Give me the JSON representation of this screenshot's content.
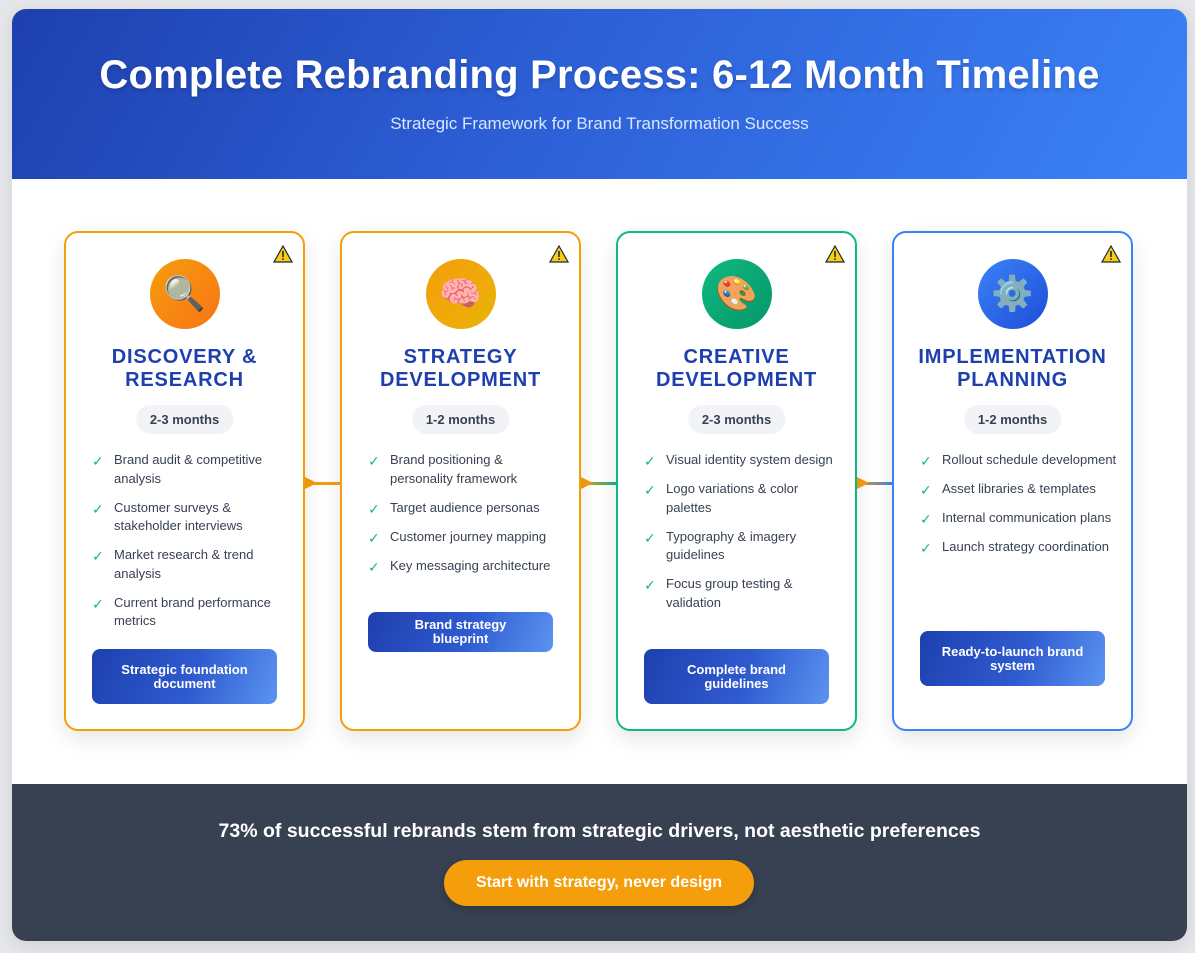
{
  "header": {
    "title": "Complete Rebranding Process: 6-12 Month Timeline",
    "subtitle": "Strategic Framework for Brand Transformation Success"
  },
  "phases": [
    {
      "icon": "🔍",
      "icon_name": "magnifying-glass-icon",
      "title_line1": "DISCOVERY &",
      "title_line2": "RESEARCH",
      "duration": "2-3 months",
      "items": [
        "Brand audit & competitive analysis",
        "Customer surveys & stakeholder interviews",
        "Market research & trend analysis",
        "Current brand performance metrics"
      ],
      "deliverable": "Strategic foundation document",
      "border_color": "#f59e0b",
      "icon_color": "#f97316"
    },
    {
      "icon": "🧠",
      "icon_name": "brain-icon",
      "title_line1": "STRATEGY",
      "title_line2": "DEVELOPMENT",
      "duration": "1-2 months",
      "items": [
        "Brand positioning & personality framework",
        "Target audience personas",
        "Customer journey mapping",
        "Key messaging architecture"
      ],
      "deliverable": "Brand strategy blueprint",
      "border_color": "#f59e0b",
      "icon_color": "#eab308"
    },
    {
      "icon": "🎨",
      "icon_name": "palette-icon",
      "title_line1": "CREATIVE",
      "title_line2": "DEVELOPMENT",
      "duration": "2-3 months",
      "items": [
        "Visual identity system design",
        "Logo variations & color palettes",
        "Typography & imagery guidelines",
        "Focus group testing & validation"
      ],
      "deliverable": "Complete brand guidelines",
      "border_color": "#10b981",
      "icon_color": "#10b981"
    },
    {
      "icon": "⚙️",
      "icon_name": "gear-icon",
      "title_line1": "IMPLEMENTATION",
      "title_line2": "PLANNING",
      "duration": "1-2 months",
      "items": [
        "Rollout schedule development",
        "Asset libraries & templates",
        "Internal communication plans",
        "Launch strategy coordination"
      ],
      "deliverable": "Ready-to-launch brand system",
      "border_color": "#3b82f6",
      "icon_color": "#2563eb"
    }
  ],
  "footer": {
    "stat": "73% of successful rebrands stem from strategic drivers, not aesthetic preferences",
    "cta": "Start with strategy, never design"
  },
  "colors": {
    "header_gradient_start": "#1e40af",
    "header_gradient_end": "#3b82f6",
    "accent_orange": "#f59e0b",
    "accent_green": "#10b981",
    "footer_bg": "#374151",
    "title_blue": "#1e40af"
  }
}
